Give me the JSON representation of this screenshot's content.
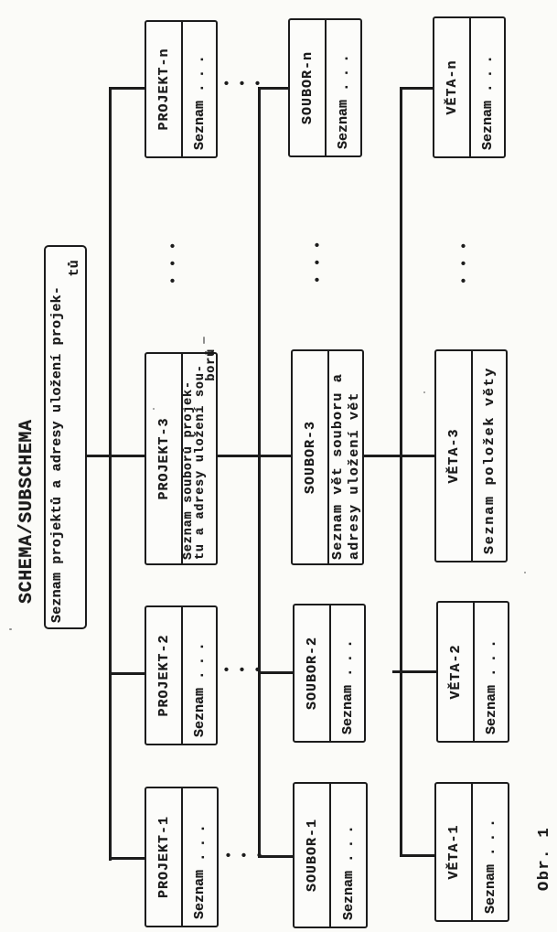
{
  "figure": {
    "title": "SCHEMA/SUBSCHEMA",
    "caption": "Obr. 1"
  },
  "colors": {
    "ink": "#1c1c1c",
    "paper": "#fbfbf8"
  },
  "glyphs": {
    "dot": "•"
  },
  "root_box": {
    "line1": "Seznam projektů a adresy uložení projek-",
    "line2": "tů"
  },
  "boxes": {
    "projekt_1": {
      "header": "PROJEKT-1",
      "body_label": "Seznam",
      "body_dots": "..."
    },
    "projekt_2": {
      "header": "PROJEKT-2",
      "body_label": "Seznam",
      "body_dots": "..."
    },
    "projekt_3": {
      "header": "PROJEKT-3",
      "lines": [
        "Seznam souborů projek-",
        "tu a adresy uložení sou-",
        "borů"
      ]
    },
    "projekt_n": {
      "header": "PROJEKT-n",
      "body_label": "Seznam",
      "body_dots": "..."
    },
    "soubor_1": {
      "header": "SOUBOR-1",
      "body_label": "Seznam",
      "body_dots": "..."
    },
    "soubor_2": {
      "header": "SOUBOR-2",
      "body_label": "Seznam",
      "body_dots": "..."
    },
    "soubor_3": {
      "header": "SOUBOR-3",
      "lines": [
        "Seznam vět souboru a",
        "adresy uložení vět"
      ]
    },
    "soubor_n": {
      "header": "SOUBOR-n",
      "body_label": "Seznam",
      "body_dots": "..."
    },
    "veta_1": {
      "header": "VĚTA-1",
      "body_label": "Seznam",
      "body_dots": "..."
    },
    "veta_2": {
      "header": "VĚTA-2",
      "body_label": "Seznam",
      "body_dots": "..."
    },
    "veta_3": {
      "header": "VĚTA-3",
      "lines": [
        "Seznam položek věty"
      ]
    },
    "veta_n": {
      "header": "VĚTA-n",
      "body_label": "Seznam",
      "body_dots": "..."
    }
  }
}
